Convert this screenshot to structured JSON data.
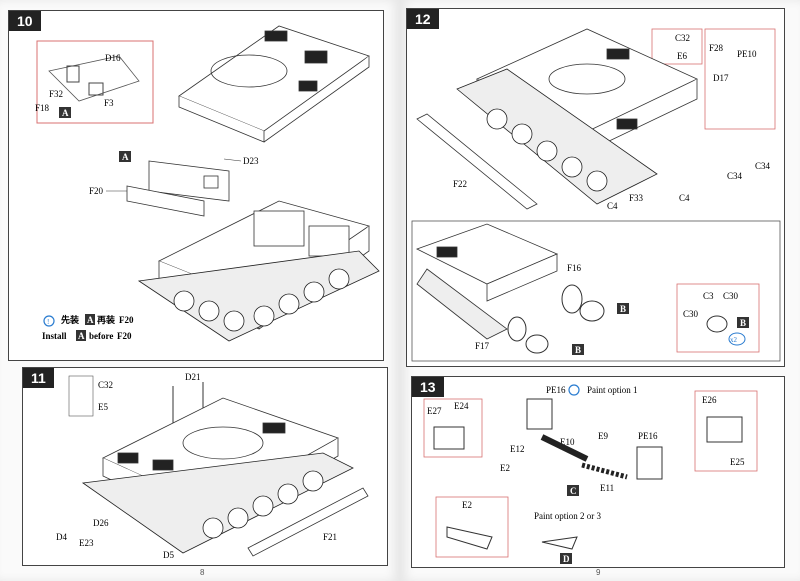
{
  "steps": [
    {
      "number": "10",
      "labels": {
        "d16": "D16",
        "f3": "F3",
        "f32": "F32",
        "f18": "F18",
        "a_inset": "A",
        "a_callout": "A",
        "d23": "D23",
        "f20": "F20"
      },
      "note_cn_prefix": "先装",
      "note_cn_a": "A",
      "note_cn_mid": "再装",
      "note_cn_part": "F20",
      "note_en_prefix": "Install",
      "note_en_a": "A",
      "note_en_mid": "before",
      "note_en_part": "F20"
    },
    {
      "number": "11",
      "labels": {
        "c32": "C32",
        "e5": "E5",
        "d21": "D21",
        "d4": "D4",
        "e23": "E23",
        "d26": "D26",
        "d5": "D5",
        "f21": "F21"
      }
    },
    {
      "number": "12",
      "labels": {
        "c32": "C32",
        "e6": "E6",
        "f28": "F28",
        "pe10": "PE10",
        "d17": "D17",
        "c34a": "C34",
        "c34b": "C34",
        "f22": "F22",
        "c4a": "C4",
        "f33": "F33",
        "c4b": "C4",
        "f16": "F16",
        "f17": "F17",
        "b1": "B",
        "b2": "B",
        "c3": "C3",
        "c30a": "C30",
        "c30b": "C30",
        "b3": "B",
        "x2": "x2"
      }
    },
    {
      "number": "13",
      "labels": {
        "pe16a": "PE16",
        "paint1": "Paint option 1",
        "e27": "E27",
        "e24": "E24",
        "e12": "E12",
        "e10": "E10",
        "e9": "E9",
        "e2": "E2",
        "c": "C",
        "e11": "E11",
        "pe16b": "PE16",
        "e26": "E26",
        "e25": "E25",
        "e2b": "E2",
        "paint23": "Paint option 2 or 3",
        "d": "D"
      }
    }
  ],
  "page_numbers": {
    "left": "8",
    "right": "9"
  }
}
